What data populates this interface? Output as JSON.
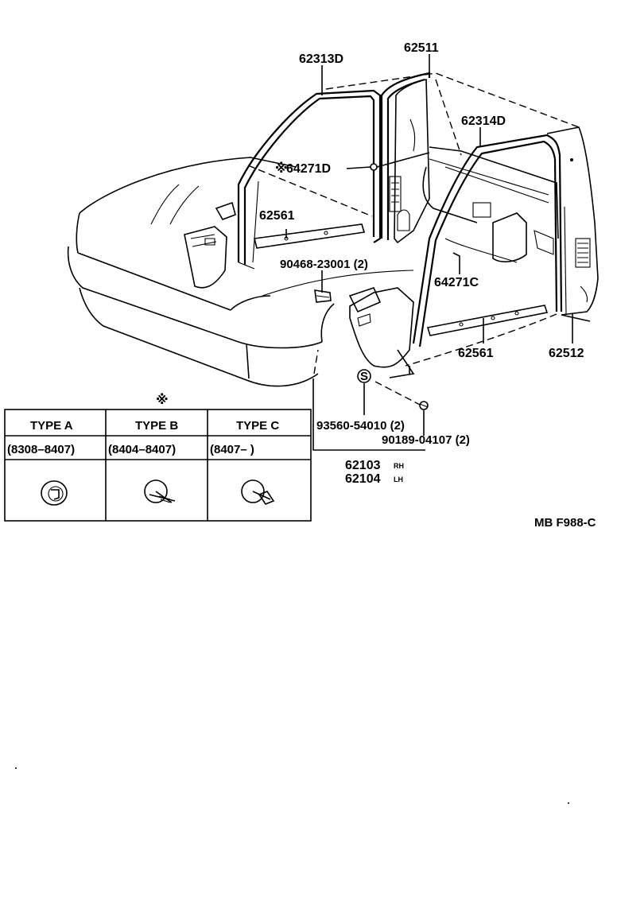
{
  "callouts": {
    "p62313D": "62313D",
    "p62511": "62511",
    "p62314D": "62314D",
    "p64271D": "64271D",
    "p62561_left": "62561",
    "p90468": "90468-23001 (2)",
    "p64271C": "64271C",
    "p62561_right": "62561",
    "p62512": "62512",
    "p93560": "93560-54010 (2)",
    "p90189": "90189-04107 (2)",
    "p62103": "62103",
    "p62103_suffix": "RH",
    "p62104": "62104",
    "p62104_suffix": "LH",
    "s_mark": "S",
    "asterisk": "※"
  },
  "type_table": {
    "note_mark": "※",
    "columns": [
      {
        "header": "TYPE A",
        "range": "(8308–8407)"
      },
      {
        "header": "TYPE B",
        "range": "(8404–8407)"
      },
      {
        "header": "TYPE C",
        "range": "(8407–         )"
      }
    ]
  },
  "figure_code": "MB F988-C"
}
